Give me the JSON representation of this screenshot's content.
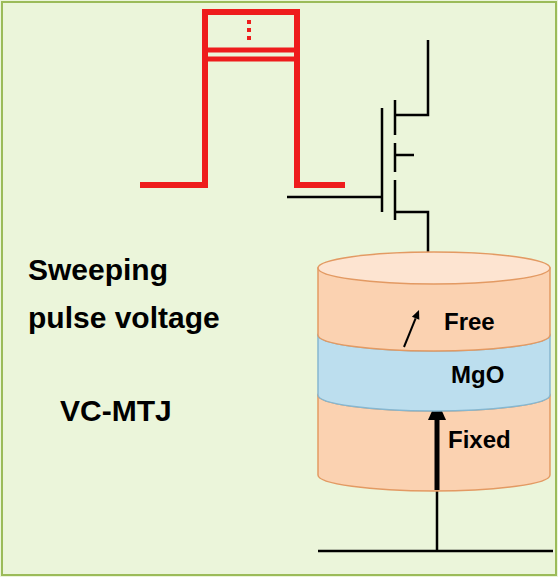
{
  "diagram": {
    "nodes": [
      {
        "text": [
          "Free"
        ]
      },
      {
        "text": [
          "MgO"
        ]
      },
      {
        "text": [
          "Fixed"
        ]
      }
    ],
    "labels": [
      "Sweeping pulse voltage",
      "VC-MTJ"
    ]
  }
}
